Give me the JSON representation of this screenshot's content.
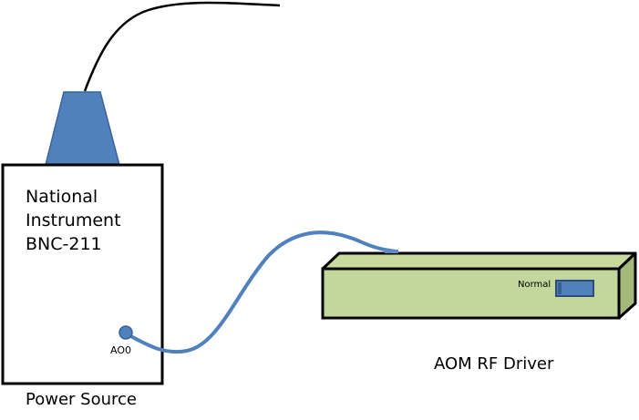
{
  "power_source": {
    "title_lines": [
      "National",
      "Instrument",
      "BNC-211"
    ],
    "port_label": "AO0",
    "caption": "Power Source"
  },
  "aom_driver": {
    "switch_label": "Normal",
    "caption": "AOM RF Driver"
  },
  "colors": {
    "antenna_fill": "#4f81bd",
    "antenna_stroke": "#3a6396",
    "cable": "#4f81bd",
    "driver_front": "#c3d69b",
    "driver_top": "#c9da9e",
    "driver_side": "#a4b97b",
    "switch_fill": "#4f81bd",
    "switch_stroke": "#2c4d75"
  }
}
